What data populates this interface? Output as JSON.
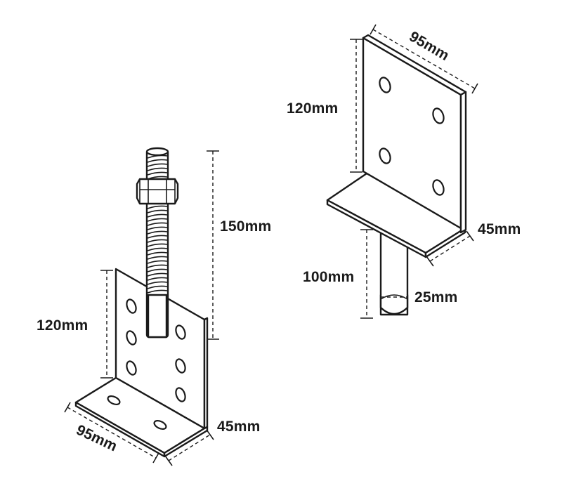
{
  "left_bracket": {
    "height_label": "120mm",
    "rod_label": "150mm",
    "width_label": "95mm",
    "depth_label": "45mm"
  },
  "right_bracket": {
    "width_label": "95mm",
    "height_label": "120mm",
    "depth_label": "45mm",
    "pin_length_label": "100mm",
    "pin_diameter_label": "25mm"
  },
  "colors": {
    "line": "#1a1a1a",
    "fill": "#ffffff"
  }
}
